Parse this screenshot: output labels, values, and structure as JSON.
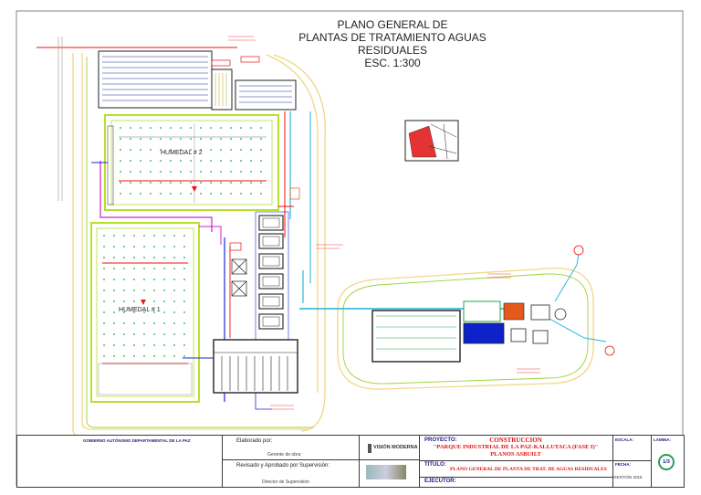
{
  "drawing": {
    "title_lines": [
      "PLANO GENERAL DE",
      "PLANTAS DE TRATAMIENTO AGUAS",
      "RESIDUALES",
      "ESC. 1:300"
    ],
    "wetland_2_label": "HUMEDAL # 2",
    "wetland_1_label": "HUMEDAL # 1"
  },
  "title_block": {
    "entity": "GOBIERNO AUTÓNOMO DEPARTAMENTAL DE LA PAZ",
    "prepared_by_label": "Elaborado por:",
    "prepared_role": "Gerente de obra",
    "reviewed_label": "Revisado y Aprobado por Supervisión:",
    "reviewed_role": "Director de Supervisión",
    "company_logo": "VISIÓN MODERNA",
    "project_label": "PROYECTO:",
    "project_line1": "CONSTRUCCION",
    "project_line2": "\"PARQUE INDUSTRIAL DE LA PAZ-KALLUTACA (FASE I)\"",
    "project_line3": "PLANOS ASBUILT",
    "titulo_label": "TITULO:",
    "titulo_value": "PLANO GENERAL DE PLANTA DE TRAT. DE AGUAS RESIDUALES",
    "ejecutor_label": "EJECUTOR:",
    "escala_label": "ESCALA:",
    "fecha_label": "FECHA:",
    "gestion": "GESTIÓN 2015",
    "lamina_label": "LAMINA:",
    "sheet_number": "1/3"
  },
  "colors": {
    "wetland_outline": "#b8e02a",
    "wetland_dot": "#1aa84a",
    "pipe_red": "#e11",
    "pipe_blue": "#1a2ad8",
    "pipe_cyan": "#19b3d9",
    "pipe_magenta": "#d020d0",
    "filter_fill": "#0d22c8",
    "heater_fill": "#e55a1a"
  }
}
